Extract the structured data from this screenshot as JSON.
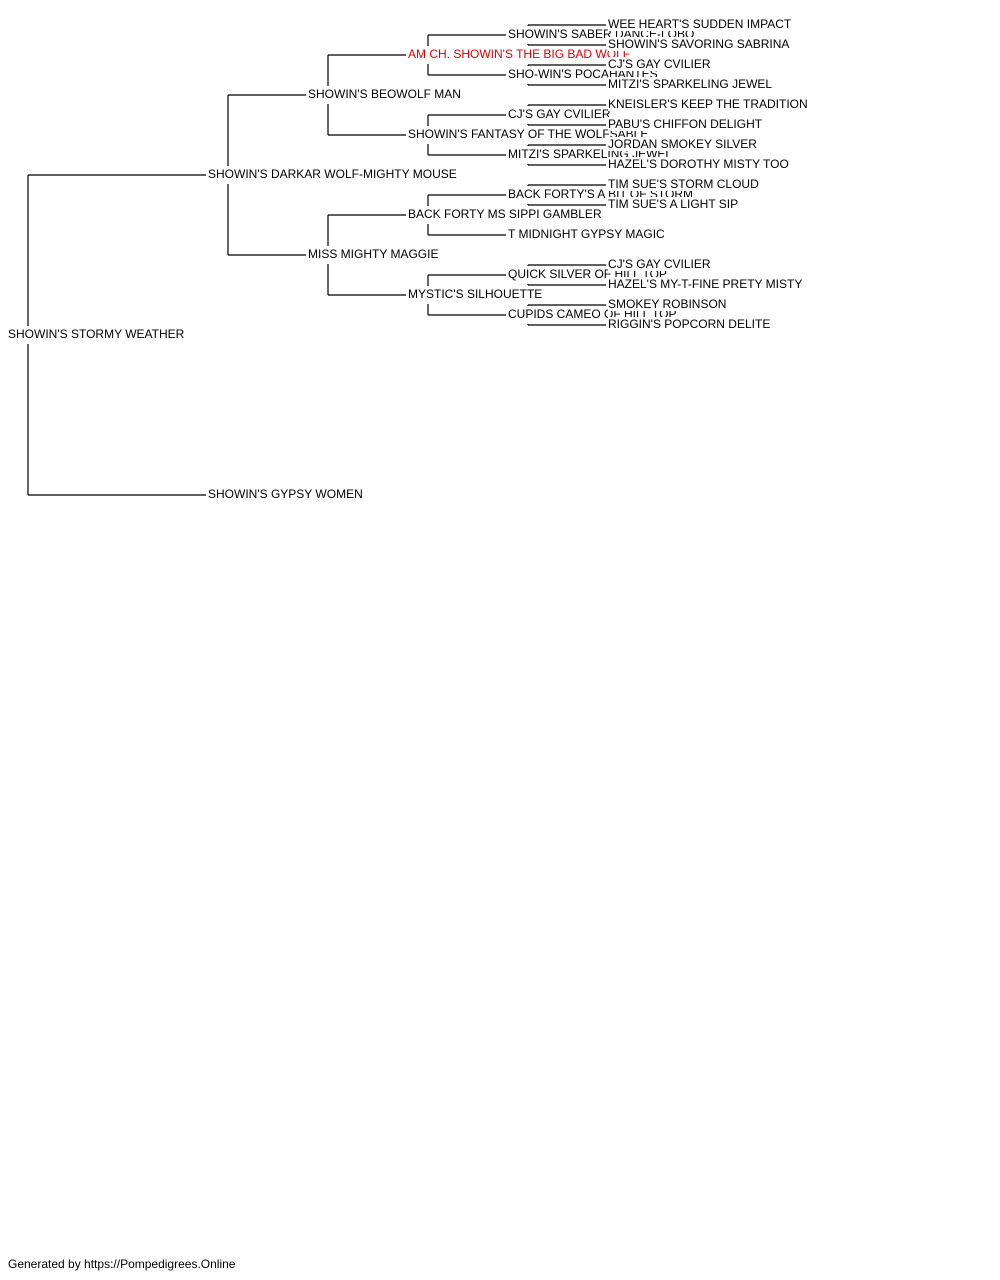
{
  "pedigree": {
    "name": "SHOWIN'S STORMY WEATHER",
    "children": [
      {
        "name": "SHOWIN'S DARKAR WOLF-MIGHTY MOUSE",
        "children": [
          {
            "name": "SHOWIN'S BEOWOLF MAN",
            "children": [
              {
                "name": "AM CH. SHOWIN'S THE BIG BAD WOLF",
                "highlight": true,
                "children": [
                  {
                    "name": "SHOWIN'S SABER DANCE-LOBO",
                    "children": [
                      {
                        "name": "WEE HEART'S SUDDEN IMPACT"
                      },
                      {
                        "name": "SHOWIN'S SAVORING SABRINA"
                      }
                    ]
                  },
                  {
                    "name": "SHO-WIN'S POCAHANTES",
                    "children": [
                      {
                        "name": "CJ'S GAY CVILIER"
                      },
                      {
                        "name": "MITZI'S SPARKELING JEWEL"
                      }
                    ]
                  }
                ]
              },
              {
                "name": "SHOWIN'S FANTASY OF THE WOLFSABLE",
                "children": [
                  {
                    "name": "CJ'S GAY CVILIER",
                    "children": [
                      {
                        "name": "KNEISLER'S KEEP THE TRADITION"
                      },
                      {
                        "name": "PABU'S CHIFFON DELIGHT"
                      }
                    ]
                  },
                  {
                    "name": "MITZI'S SPARKELING JEWEL",
                    "children": [
                      {
                        "name": "JORDAN SMOKEY SILVER"
                      },
                      {
                        "name": "HAZEL'S DOROTHY MISTY TOO"
                      }
                    ]
                  }
                ]
              }
            ]
          },
          {
            "name": "MISS MIGHTY MAGGIE",
            "children": [
              {
                "name": "BACK FORTY MS SIPPI GAMBLER",
                "children": [
                  {
                    "name": "BACK FORTY'S A BIT OF STORM",
                    "children": [
                      {
                        "name": "TIM SUE'S STORM CLOUD"
                      },
                      {
                        "name": "TIM SUE'S A LIGHT SIP"
                      }
                    ]
                  },
                  {
                    "name": "T MIDNIGHT GYPSY MAGIC"
                  }
                ]
              },
              {
                "name": "MYSTIC'S SILHOUETTE",
                "children": [
                  {
                    "name": "QUICK SILVER OF HILL TOP",
                    "children": [
                      {
                        "name": "CJ'S GAY CVILIER"
                      },
                      {
                        "name": "HAZEL'S MY-T-FINE PRETY MISTY"
                      }
                    ]
                  },
                  {
                    "name": "CUPIDS CAMEO OF HILL TOP",
                    "children": [
                      {
                        "name": "SMOKEY ROBINSON"
                      },
                      {
                        "name": "RIGGIN'S POPCORN DELITE"
                      }
                    ]
                  }
                ]
              }
            ]
          }
        ]
      },
      {
        "name": "SHOWIN'S GYPSY WOMEN"
      }
    ]
  },
  "colors": {
    "highlight": "#e00000",
    "line": "#000000",
    "text": "#000000"
  },
  "footer": {
    "text": "Generated by https://Pompedigrees.Online"
  }
}
